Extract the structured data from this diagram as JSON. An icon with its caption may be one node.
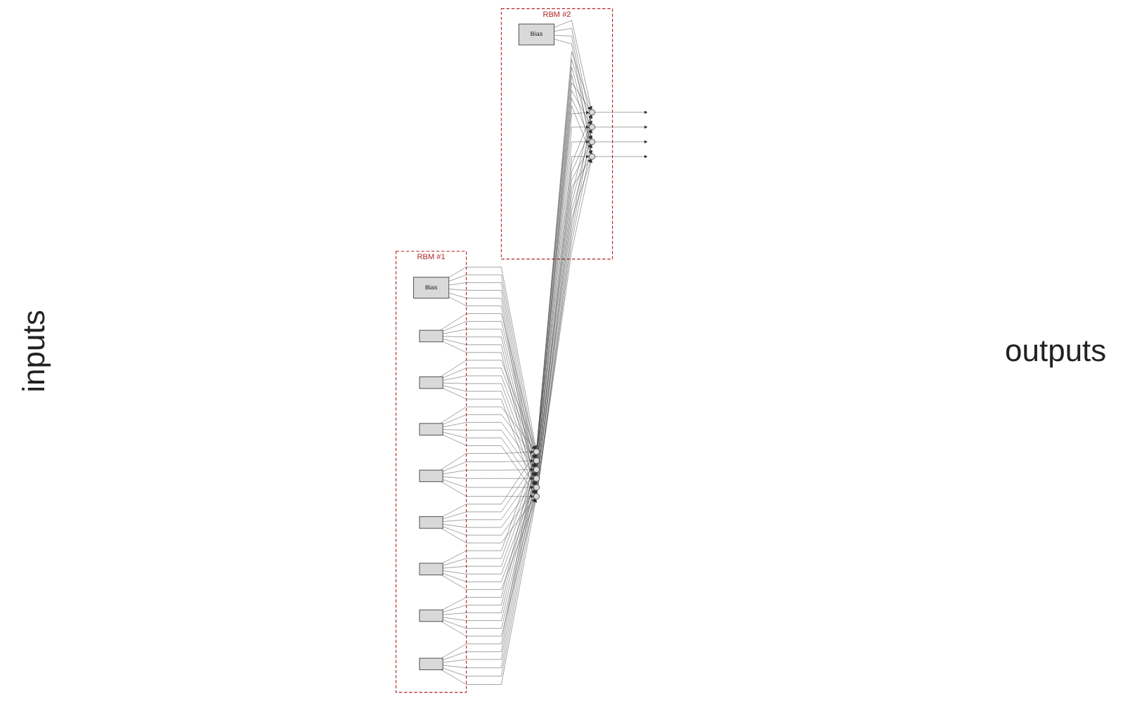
{
  "diagram": {
    "nodes": [
      {
        "text": [
          "RBM #1"
        ]
      },
      {
        "text": [
          "Bias"
        ],
        "in": 0
      },
      {
        "text": [],
        "shape": "box",
        "in": 0
      },
      {
        "text": [],
        "shape": "box",
        "in": 0
      },
      {
        "text": [],
        "shape": "box",
        "in": 0
      },
      {
        "text": [],
        "shape": "box",
        "in": 0
      },
      {
        "text": [],
        "shape": "box",
        "in": 0
      },
      {
        "text": [],
        "shape": "box",
        "in": 0
      },
      {
        "text": [],
        "shape": "box",
        "in": 0
      },
      {
        "text": [],
        "shape": "box",
        "in": 0
      },
      {
        "text": [
          "RBM #2"
        ]
      },
      {
        "text": [],
        "shape": "circle"
      },
      {
        "text": [],
        "shape": "circle"
      },
      {
        "text": [],
        "shape": "circle"
      },
      {
        "text": [],
        "shape": "circle"
      },
      {
        "text": [],
        "shape": "circle"
      },
      {
        "text": [],
        "shape": "circle"
      },
      {
        "text": [
          "Bias"
        ],
        "in": 10
      },
      {
        "text": [],
        "shape": "circle",
        "in": 10
      },
      {
        "text": [],
        "shape": "circle",
        "in": 10
      },
      {
        "text": [],
        "shape": "circle",
        "in": 10
      },
      {
        "text": [],
        "shape": "circle",
        "in": 10
      }
    ],
    "edges": [
      {
        "from": 2,
        "to": 11,
        "arrow": "to"
      },
      {
        "from": 2,
        "to": 12,
        "arrow": "to"
      },
      {
        "from": 2,
        "to": 13,
        "arrow": "to"
      },
      {
        "from": 2,
        "to": 14,
        "arrow": "to"
      },
      {
        "from": 2,
        "to": 15,
        "arrow": "to"
      },
      {
        "from": 2,
        "to": 16,
        "arrow": "to"
      },
      {
        "from": 3,
        "to": 11,
        "arrow": "to"
      },
      {
        "from": 3,
        "to": 12,
        "arrow": "to"
      },
      {
        "from": 3,
        "to": 13,
        "arrow": "to"
      },
      {
        "from": 3,
        "to": 14,
        "arrow": "to"
      },
      {
        "from": 3,
        "to": 15,
        "arrow": "to"
      },
      {
        "from": 3,
        "to": 16,
        "arrow": "to"
      },
      {
        "from": 4,
        "to": 11,
        "arrow": "to"
      },
      {
        "from": 4,
        "to": 12,
        "arrow": "to"
      },
      {
        "from": 4,
        "to": 13,
        "arrow": "to"
      },
      {
        "from": 4,
        "to": 14,
        "arrow": "to"
      },
      {
        "from": 4,
        "to": 15,
        "arrow": "to"
      },
      {
        "from": 4,
        "to": 16,
        "arrow": "to"
      },
      {
        "from": 5,
        "to": 11,
        "arrow": "to"
      },
      {
        "from": 5,
        "to": 12,
        "arrow": "to"
      },
      {
        "from": 5,
        "to": 13,
        "arrow": "to"
      },
      {
        "from": 5,
        "to": 14,
        "arrow": "to"
      },
      {
        "from": 5,
        "to": 15,
        "arrow": "to"
      },
      {
        "from": 5,
        "to": 16,
        "arrow": "to"
      },
      {
        "from": 6,
        "to": 11,
        "arrow": "to"
      },
      {
        "from": 6,
        "to": 12,
        "arrow": "to"
      },
      {
        "from": 6,
        "to": 13,
        "arrow": "to"
      },
      {
        "from": 6,
        "to": 14,
        "arrow": "to"
      },
      {
        "from": 6,
        "to": 15,
        "arrow": "to"
      },
      {
        "from": 6,
        "to": 16,
        "arrow": "to"
      },
      {
        "from": 7,
        "to": 11,
        "arrow": "to"
      },
      {
        "from": 7,
        "to": 12,
        "arrow": "to"
      },
      {
        "from": 7,
        "to": 13,
        "arrow": "to"
      },
      {
        "from": 7,
        "to": 14,
        "arrow": "to"
      },
      {
        "from": 7,
        "to": 15,
        "arrow": "to"
      },
      {
        "from": 7,
        "to": 16,
        "arrow": "to"
      },
      {
        "from": 8,
        "to": 11,
        "arrow": "to"
      },
      {
        "from": 8,
        "to": 12,
        "arrow": "to"
      },
      {
        "from": 8,
        "to": 13,
        "arrow": "to"
      },
      {
        "from": 8,
        "to": 14,
        "arrow": "to"
      },
      {
        "from": 8,
        "to": 15,
        "arrow": "to"
      },
      {
        "from": 8,
        "to": 16,
        "arrow": "to"
      },
      {
        "from": 9,
        "to": 11,
        "arrow": "to"
      },
      {
        "from": 9,
        "to": 12,
        "arrow": "to"
      },
      {
        "from": 9,
        "to": 13,
        "arrow": "to"
      },
      {
        "from": 9,
        "to": 14,
        "arrow": "to"
      },
      {
        "from": 9,
        "to": 15,
        "arrow": "to"
      },
      {
        "from": 9,
        "to": 16,
        "arrow": "to"
      },
      {
        "from": 1,
        "to": 11,
        "arrow": "to"
      },
      {
        "from": 1,
        "to": 12,
        "arrow": "to"
      },
      {
        "from": 1,
        "to": 13,
        "arrow": "to"
      },
      {
        "from": 1,
        "to": 14,
        "arrow": "to"
      },
      {
        "from": 1,
        "to": 15,
        "arrow": "to"
      },
      {
        "from": 1,
        "to": 16,
        "arrow": "to"
      },
      {
        "from": 11,
        "to": 18,
        "arrow": "to"
      },
      {
        "from": 11,
        "to": 19,
        "arrow": "to"
      },
      {
        "from": 11,
        "to": 20,
        "arrow": "to"
      },
      {
        "from": 11,
        "to": 21,
        "arrow": "to"
      },
      {
        "from": 12,
        "to": 18,
        "arrow": "to"
      },
      {
        "from": 12,
        "to": 19,
        "arrow": "to"
      },
      {
        "from": 12,
        "to": 20,
        "arrow": "to"
      },
      {
        "from": 12,
        "to": 21,
        "arrow": "to"
      },
      {
        "from": 13,
        "to": 18,
        "arrow": "to"
      },
      {
        "from": 13,
        "to": 19,
        "arrow": "to"
      },
      {
        "from": 13,
        "to": 20,
        "arrow": "to"
      },
      {
        "from": 13,
        "to": 21,
        "arrow": "to"
      },
      {
        "from": 14,
        "to": 18,
        "arrow": "to"
      },
      {
        "from": 14,
        "to": 19,
        "arrow": "to"
      },
      {
        "from": 14,
        "to": 20,
        "arrow": "to"
      },
      {
        "from": 14,
        "to": 21,
        "arrow": "to"
      },
      {
        "from": 15,
        "to": 18,
        "arrow": "to"
      },
      {
        "from": 15,
        "to": 19,
        "arrow": "to"
      },
      {
        "from": 15,
        "to": 20,
        "arrow": "to"
      },
      {
        "from": 15,
        "to": 21,
        "arrow": "to"
      },
      {
        "from": 16,
        "to": 18,
        "arrow": "to"
      },
      {
        "from": 16,
        "to": 19,
        "arrow": "to"
      },
      {
        "from": 16,
        "to": 20,
        "arrow": "to"
      },
      {
        "from": 16,
        "to": 21,
        "arrow": "to"
      },
      {
        "from": 17,
        "to": 18,
        "arrow": "to"
      },
      {
        "from": 17,
        "to": 19,
        "arrow": "to"
      },
      {
        "from": 17,
        "to": 20,
        "arrow": "to"
      },
      {
        "from": 17,
        "to": 21,
        "arrow": "to"
      },
      {
        "from": 18,
        "to": null,
        "arrow": "to"
      },
      {
        "from": 19,
        "to": null,
        "arrow": "to"
      },
      {
        "from": 20,
        "to": null,
        "arrow": "to"
      },
      {
        "from": 21,
        "to": null,
        "arrow": "to"
      }
    ],
    "labels": [
      "inputs",
      "outputs"
    ]
  }
}
